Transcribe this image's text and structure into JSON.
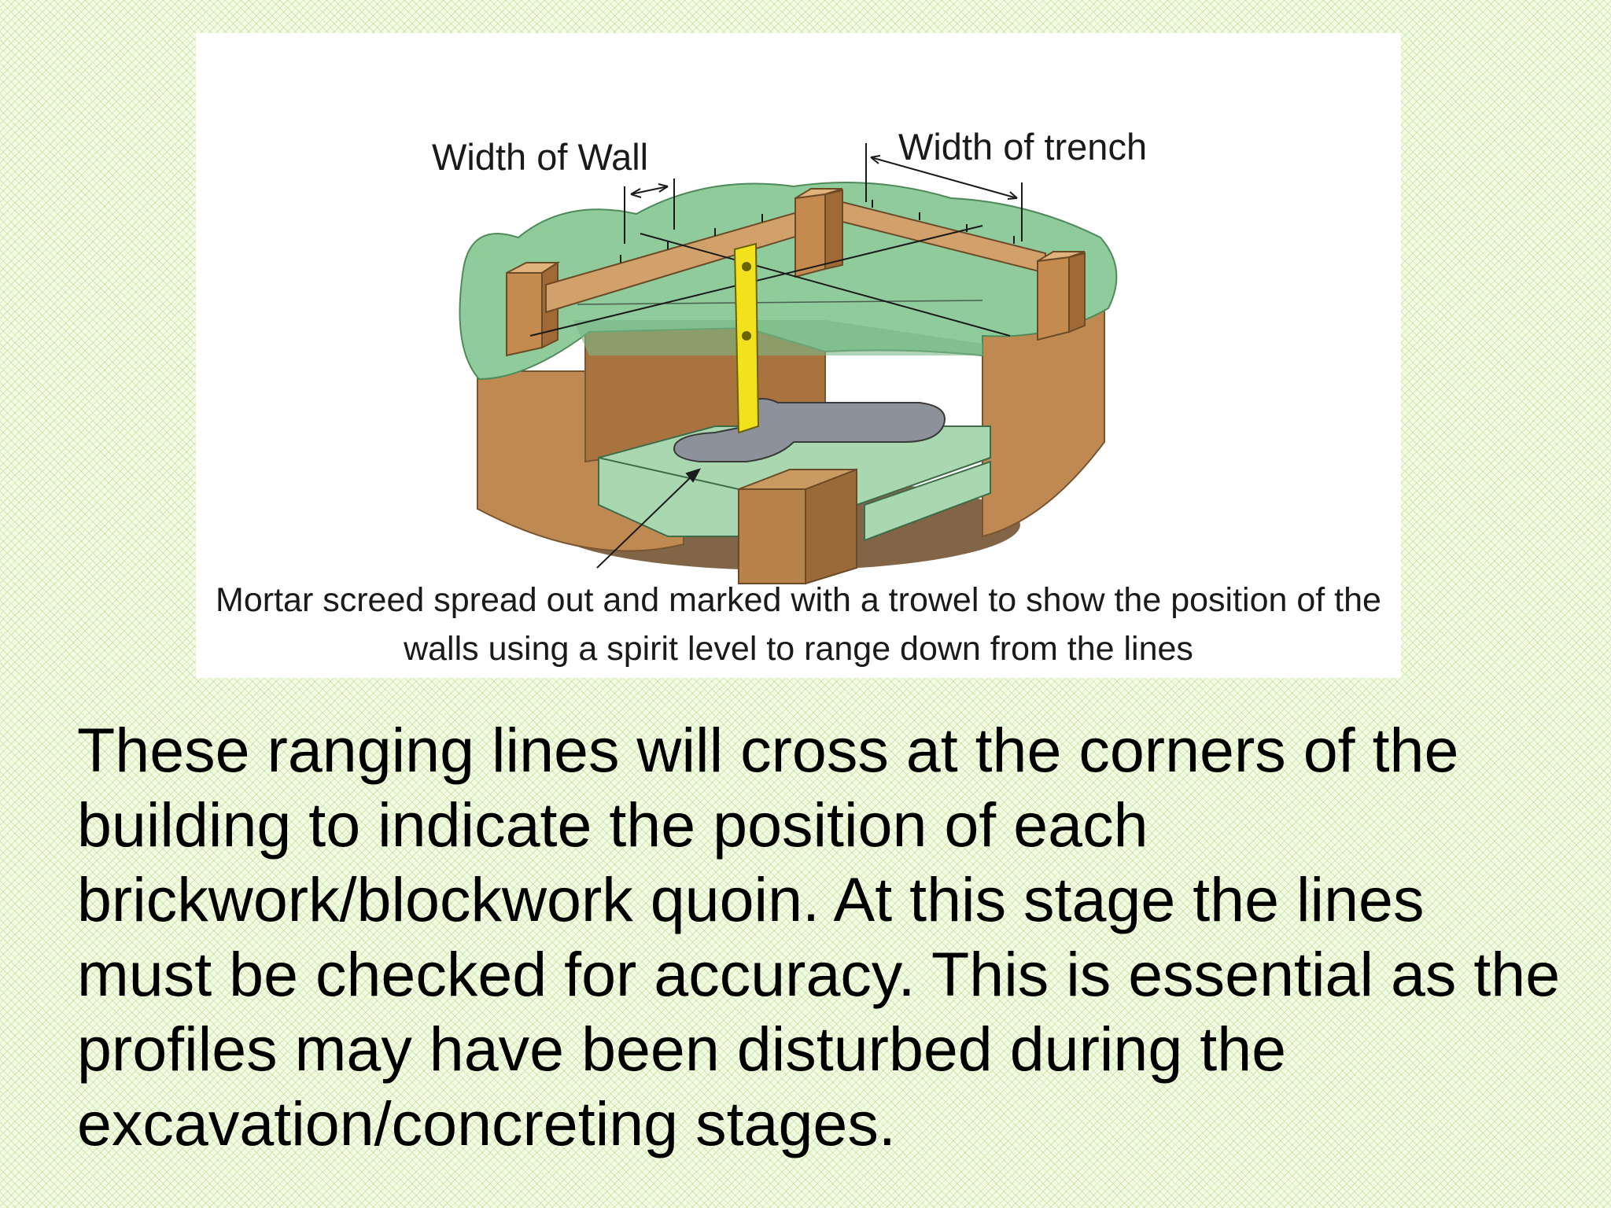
{
  "figure": {
    "label_wall": "Width of Wall",
    "label_trench": "Width of trench",
    "caption": "Mortar screed spread out and marked with a trowel to show the position of the walls using a spirit level to range down from the lines"
  },
  "body_text": "These ranging lines will cross at the corners of the building to indicate the position of each brickwork/blockwork quoin. At this stage the lines must be checked for accuracy. This is essential as the profiles may have been disturbed during the excavation/concreting stages.",
  "colors": {
    "grass": "#8fcb9b",
    "soil": "#bf8a52",
    "timber": "#d2a06a",
    "spirit_level": "#f2e21c",
    "mortar": "#8d9199",
    "concrete": "#a8d7b0",
    "background_pattern": "#96cd5f"
  }
}
